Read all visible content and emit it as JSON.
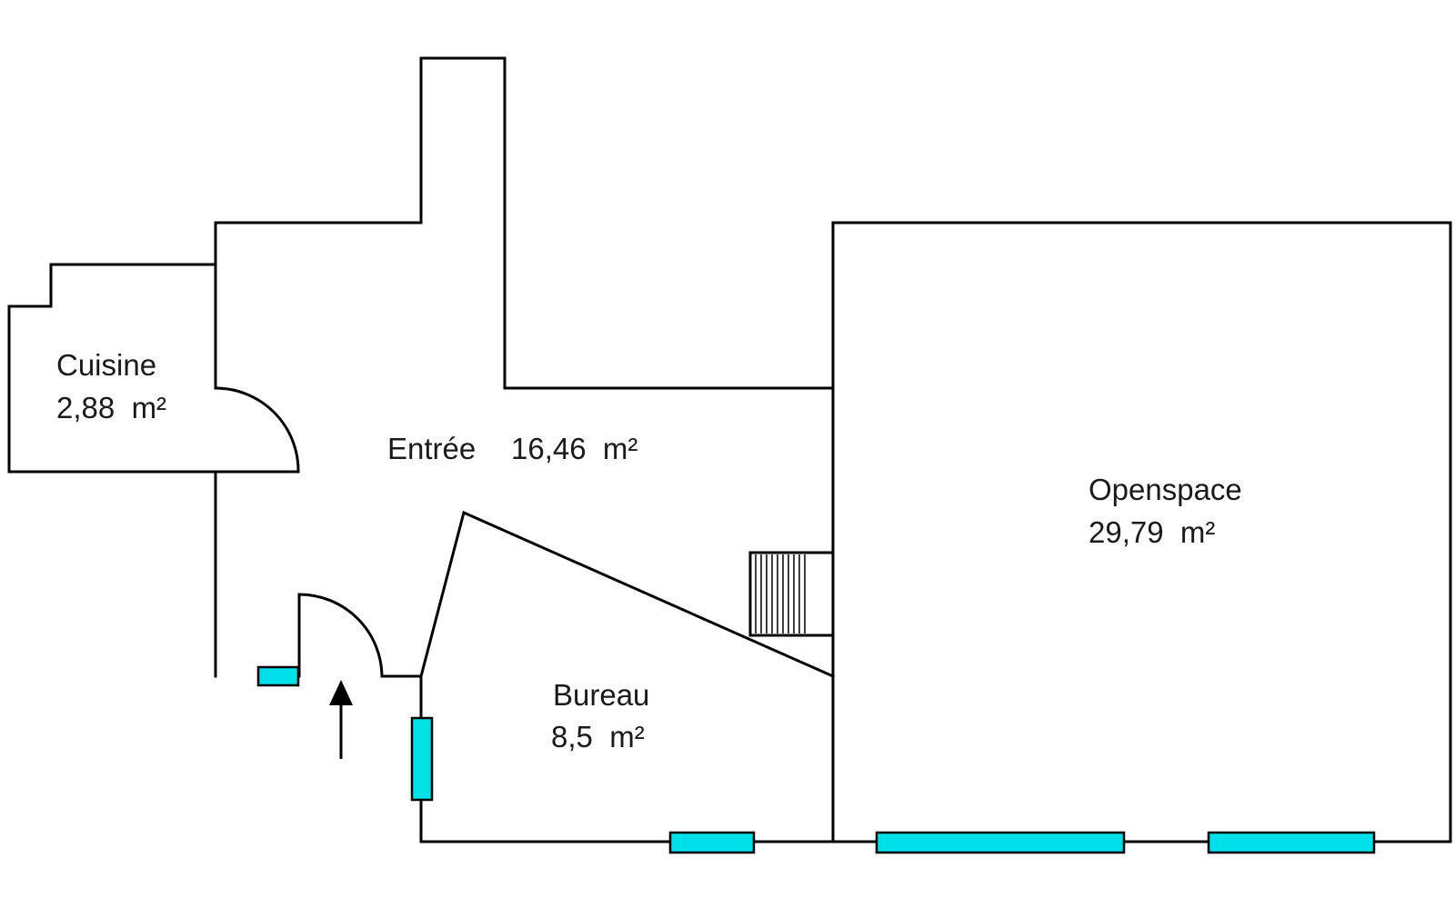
{
  "colors": {
    "wall": "#000000",
    "window": "#00e0e8",
    "background": "#ffffff"
  },
  "rooms": {
    "cuisine": {
      "name": "Cuisine",
      "area": "2,88  m²"
    },
    "entree": {
      "name": "Entrée",
      "area": "16,46  m²"
    },
    "openspace": {
      "name": "Openspace",
      "area": "29,79  m²"
    },
    "bureau": {
      "name": "Bureau",
      "area": "8,5  m²"
    }
  },
  "icons": {
    "entrance": "arrow-up-icon",
    "stairs": "stairs-icon"
  }
}
